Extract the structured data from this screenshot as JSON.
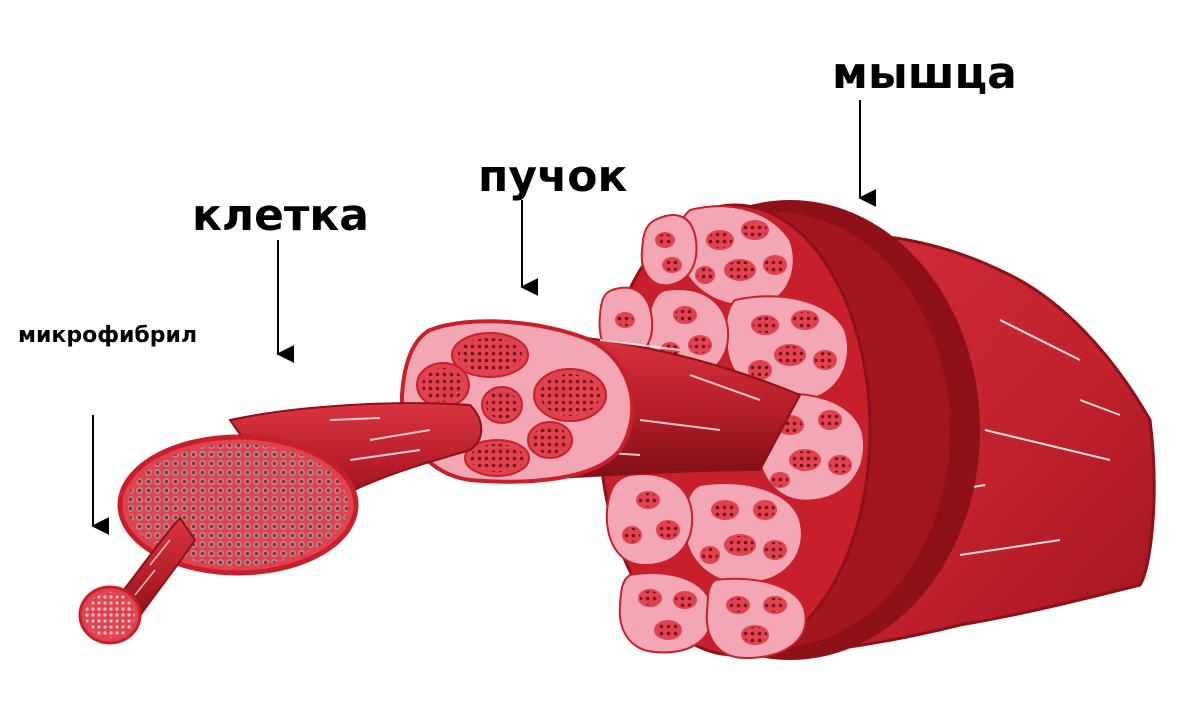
{
  "labels": {
    "muscle": "мышца",
    "bundle": "пучок",
    "cell": "клетка",
    "myofibril": "микрофибрил"
  },
  "colors": {
    "background": "#ffffff",
    "muscle_outer": "#c8202b",
    "muscle_dark": "#8e1018",
    "muscle_shadow": "#a3151f",
    "fascia_pink": "#f5a6b5",
    "fiber_fill": "#e0434f",
    "fibril_dots": "#7a0d14",
    "text": "#000000"
  },
  "icons": {
    "arrow": "down-arrow-icon"
  }
}
